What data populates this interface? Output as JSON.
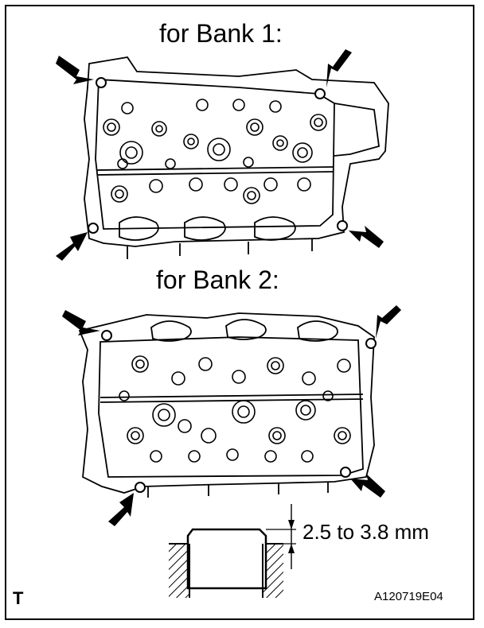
{
  "labels": {
    "bank1": "for Bank 1:",
    "bank2": "for Bank 2:",
    "dimension": "2.5 to 3.8 mm",
    "corner_letter": "T",
    "figure_code": "A120719E04"
  },
  "colors": {
    "line": "#000000",
    "background": "#ffffff"
  }
}
